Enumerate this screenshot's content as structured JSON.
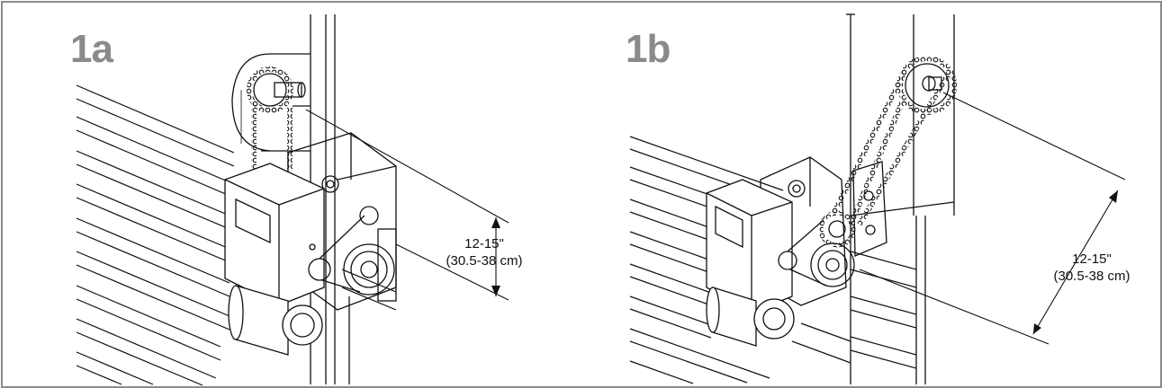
{
  "panels": [
    {
      "label": "1a",
      "dimension": {
        "inches": "12-15\"",
        "cm": "(30.5-38 cm)"
      }
    },
    {
      "label": "1b",
      "dimension": {
        "inches": "12-15\"",
        "cm": "(30.5-38 cm)"
      }
    }
  ],
  "colors": {
    "frame": "#8c8c8c",
    "label": "#8a8a8a",
    "ink": "#111111"
  }
}
